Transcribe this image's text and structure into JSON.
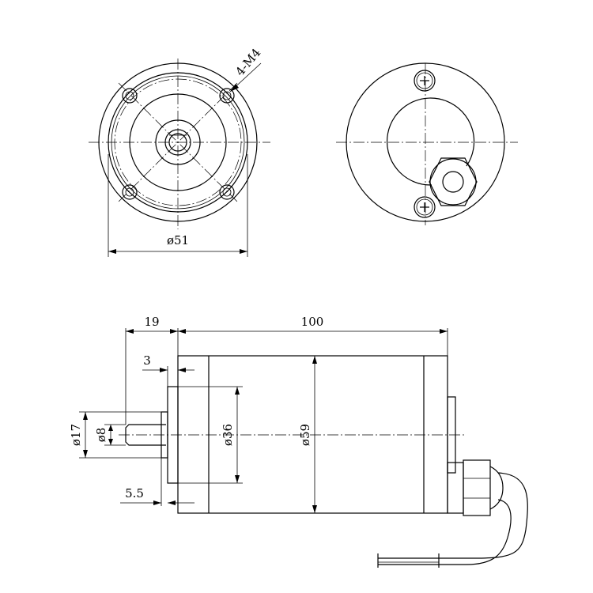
{
  "labels": {
    "thread": "4-M4",
    "dia_51": "ø51",
    "len_19": "19",
    "len_100": "100",
    "len_3": "3",
    "len_5_5": "5.5",
    "dia_17": "ø17",
    "dia_8": "ø8",
    "dia_36": "ø36",
    "dia_59": "ø59"
  }
}
